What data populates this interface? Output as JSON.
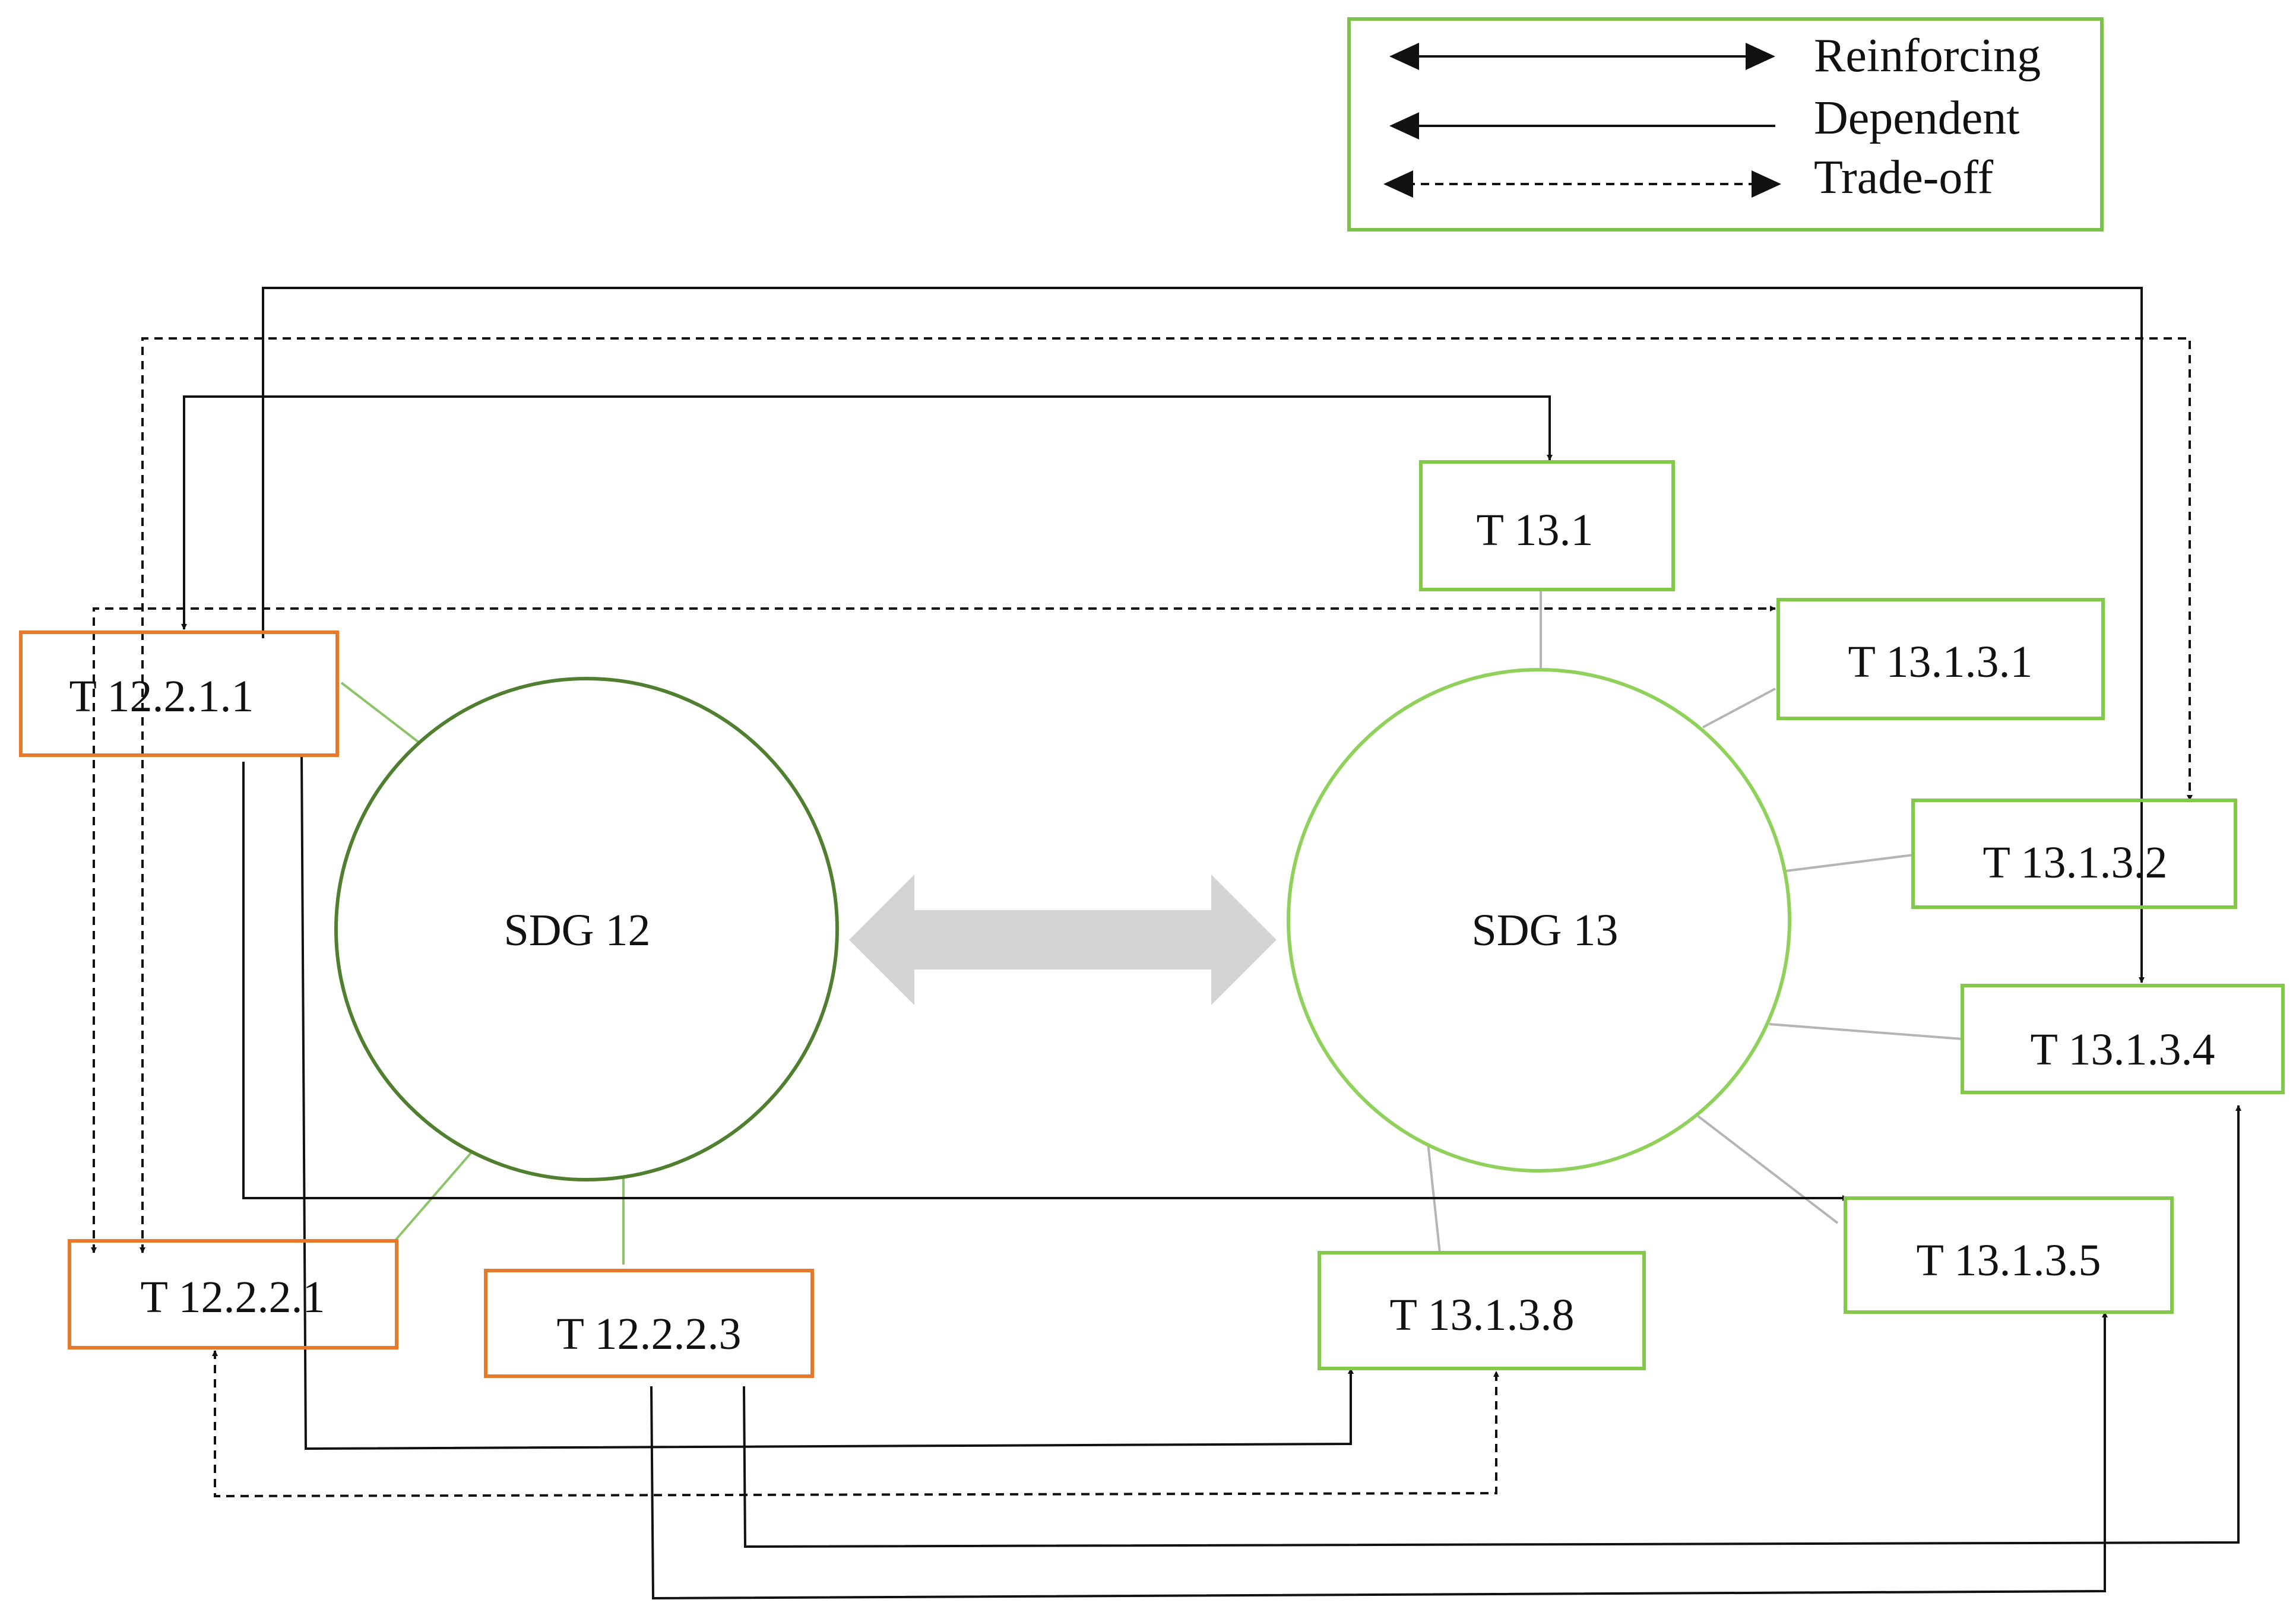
{
  "colors": {
    "sdg12_circle": "#4f7f2f",
    "sdg13_circle": "#8fd15a",
    "sdg12_box": "#e8792b",
    "sdg13_box": "#82c94a",
    "legend_border": "#7cc24a",
    "connector": "#111111",
    "spoke": "#b5b5b5",
    "spoke_green": "#8cc46a",
    "double_arrow": "#d4d4d4"
  },
  "legend": {
    "reinforcing": "Reinforcing",
    "dependent": "Dependent",
    "tradeoff": "Trade-off"
  },
  "goals": {
    "sdg12": "SDG 12",
    "sdg13": "SDG 13"
  },
  "targets": {
    "t12_2_1_1": "T 12.2.1.1",
    "t12_2_2_1": "T 12.2.2.1",
    "t12_2_2_3": "T 12.2.2.3",
    "t13_1": "T 13.1",
    "t13_1_3_1": "T 13.1.3.1",
    "t13_1_3_2": "T 13.1.3.2",
    "t13_1_3_4": "T 13.1.3.4",
    "t13_1_3_5": "T 13.1.3.5",
    "t13_1_3_8": "T 13.1.3.8"
  },
  "links": [
    {
      "from": "T 12.2.1.1",
      "to": "T 13.1",
      "type": "reinforcing"
    },
    {
      "from": "T 12.2.1.1",
      "to": "T 13.1.3.4",
      "type": "dependent"
    },
    {
      "from": "T 12.2.1.1",
      "to": "T 13.1.3.5",
      "type": "dependent"
    },
    {
      "from": "T 12.2.1.1",
      "to": "T 13.1.3.8",
      "type": "dependent"
    },
    {
      "from": "T 12.2.2.1",
      "to": "T 13.1.3.1",
      "type": "tradeoff"
    },
    {
      "from": "T 12.2.2.1",
      "to": "T 13.1.3.2",
      "type": "tradeoff"
    },
    {
      "from": "T 12.2.2.1",
      "to": "T 13.1.3.8",
      "type": "tradeoff"
    },
    {
      "from": "T 12.2.2.3",
      "to": "T 13.1.3.4",
      "type": "dependent"
    },
    {
      "from": "T 12.2.2.3",
      "to": "T 13.1.3.5",
      "type": "dependent"
    },
    {
      "from": "SDG 12",
      "to": "SDG 13",
      "type": "interaction"
    }
  ]
}
